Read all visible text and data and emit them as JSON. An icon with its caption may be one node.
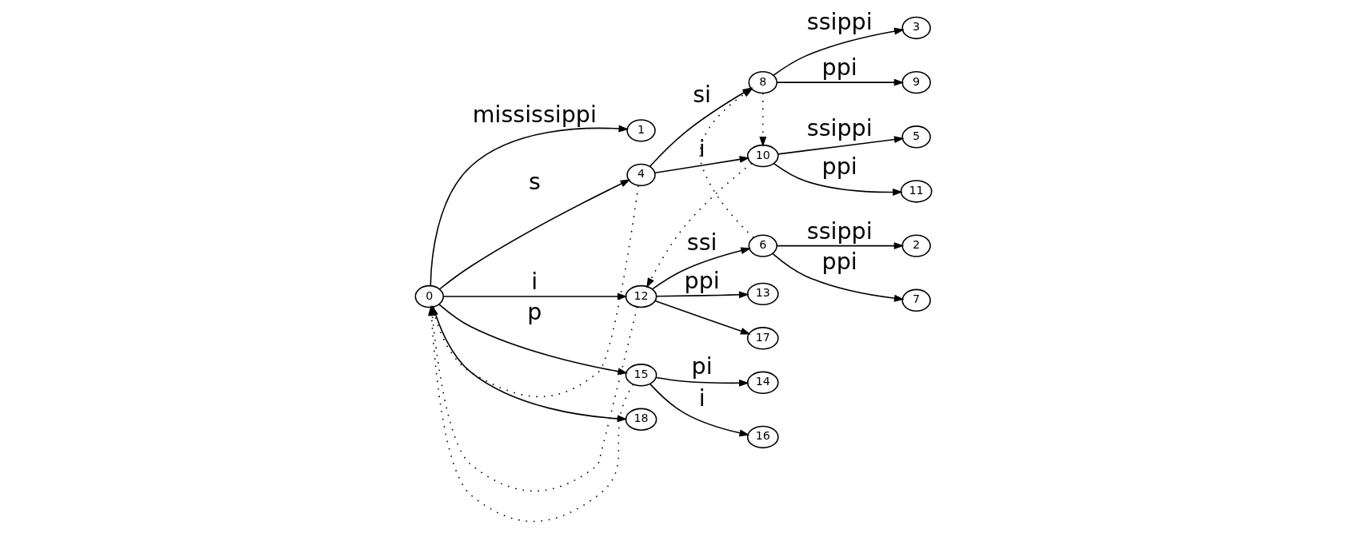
{
  "diagram": {
    "nodes": [
      {
        "text": [
          "0"
        ]
      },
      {
        "text": [
          "1"
        ]
      },
      {
        "text": [
          "2"
        ]
      },
      {
        "text": [
          "3"
        ]
      },
      {
        "text": [
          "4"
        ]
      },
      {
        "text": [
          "5"
        ]
      },
      {
        "text": [
          "6"
        ]
      },
      {
        "text": [
          "7"
        ]
      },
      {
        "text": [
          "8"
        ]
      },
      {
        "text": [
          "9"
        ]
      },
      {
        "text": [
          "10"
        ]
      },
      {
        "text": [
          "11"
        ]
      },
      {
        "text": [
          "12"
        ]
      },
      {
        "text": [
          "13"
        ]
      },
      {
        "text": [
          "14"
        ]
      },
      {
        "text": [
          "15"
        ]
      },
      {
        "text": [
          "16"
        ]
      },
      {
        "text": [
          "17"
        ]
      },
      {
        "text": [
          "18"
        ]
      }
    ],
    "edges": [
      {
        "from": 0,
        "to": 18,
        "arrow": "to"
      },
      {
        "from": 0,
        "to": 12,
        "arrow": "to",
        "label": "i"
      },
      {
        "from": 12,
        "to": 17,
        "arrow": "to"
      },
      {
        "from": 12,
        "to": 13,
        "arrow": "to",
        "label": "ppi"
      },
      {
        "from": 12,
        "to": 6,
        "arrow": "to",
        "label": "ssi"
      },
      {
        "from": 6,
        "to": 7,
        "arrow": "to",
        "label": "ppi"
      },
      {
        "from": 6,
        "to": 2,
        "arrow": "to",
        "label": "ssippi"
      },
      {
        "from": 0,
        "to": 4,
        "arrow": "to",
        "label": "s"
      },
      {
        "from": 4,
        "to": 8,
        "arrow": "to",
        "label": "si"
      },
      {
        "from": 8,
        "to": 9,
        "arrow": "to",
        "label": "ppi"
      },
      {
        "from": 8,
        "to": 3,
        "arrow": "to",
        "label": "ssippi"
      },
      {
        "from": 4,
        "to": 10,
        "arrow": "to",
        "label": "i"
      },
      {
        "from": 10,
        "to": 11,
        "arrow": "to",
        "label": "ppi"
      },
      {
        "from": 10,
        "to": 5,
        "arrow": "to",
        "label": "ssippi"
      },
      {
        "from": 0,
        "to": 1,
        "arrow": "to",
        "label": "mississippi"
      },
      {
        "from": 0,
        "to": 15,
        "arrow": "to",
        "label": "p"
      },
      {
        "from": 15,
        "to": 16,
        "arrow": "to",
        "label": "i"
      },
      {
        "from": 15,
        "to": 14,
        "arrow": "to",
        "label": "pi"
      },
      {
        "from": 12,
        "to": 0,
        "arrow": "to",
        "style": "dashed"
      },
      {
        "from": 4,
        "to": 0,
        "arrow": "to",
        "style": "dashed"
      },
      {
        "from": 15,
        "to": 0,
        "arrow": "to",
        "style": "dashed"
      },
      {
        "from": 6,
        "to": 8,
        "arrow": "to",
        "style": "dashed"
      },
      {
        "from": 8,
        "to": 10,
        "arrow": "to",
        "style": "dashed"
      },
      {
        "from": 10,
        "to": 12,
        "arrow": "to",
        "style": "dashed"
      }
    ]
  }
}
